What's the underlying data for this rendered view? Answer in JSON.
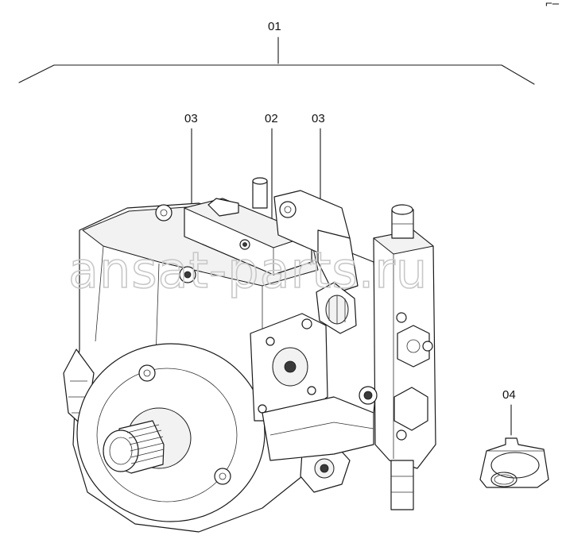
{
  "callouts": {
    "assembly": "01",
    "controller": "02",
    "left_part": "03",
    "right_part": "03",
    "seal_kit": "04"
  },
  "watermark": "ansat-parts.ru",
  "corner_mark": "⌐–"
}
